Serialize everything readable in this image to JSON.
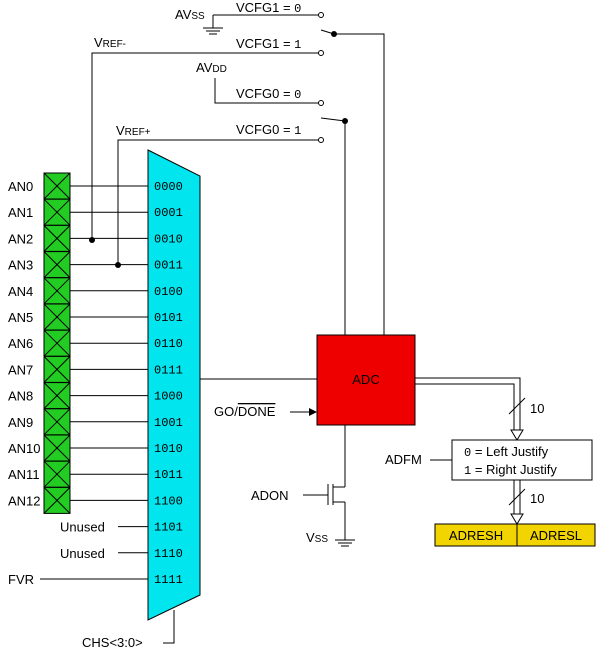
{
  "colors": {
    "pins": "#22cc22",
    "mux": "#00e5ee",
    "adc": "#ee0000",
    "registers": "#f2d400",
    "wire": "#000000"
  },
  "pins": [
    "AN0",
    "AN1",
    "AN2",
    "AN3",
    "AN4",
    "AN5",
    "AN6",
    "AN7",
    "AN8",
    "AN9",
    "AN10",
    "AN11",
    "AN12"
  ],
  "extra_inputs": [
    "Unused",
    "Unused",
    "FVR"
  ],
  "mux_codes": [
    "0000",
    "0001",
    "0010",
    "0011",
    "0100",
    "0101",
    "0110",
    "0111",
    "1000",
    "1001",
    "1010",
    "1011",
    "1100",
    "1101",
    "1110",
    "1111"
  ],
  "mux_select": "CHS<3:0>",
  "reference": {
    "avss": {
      "main": "AV",
      "sub": "SS"
    },
    "vref_minus": {
      "main": "V",
      "sub": "REF-"
    },
    "avdd": {
      "main": "AV",
      "sub": "DD"
    },
    "vref_plus": {
      "main": "V",
      "sub": "REF+"
    },
    "switches": [
      {
        "label": "VCFG1 = ",
        "value": "0"
      },
      {
        "label": "VCFG1 = ",
        "value": "1"
      },
      {
        "label": "VCFG0 = ",
        "value": "0"
      },
      {
        "label": "VCFG0 = ",
        "value": "1"
      }
    ]
  },
  "adc": {
    "label": "ADC",
    "go_label": "GO/",
    "done_label": "DONE",
    "adon_label": "ADON",
    "vss": {
      "main": "V",
      "sub": "SS"
    }
  },
  "output": {
    "bus_width_1": "10",
    "bus_width_2": "10",
    "adfm_label": "ADFM",
    "justify": [
      {
        "value": "0",
        "text": " = Left Justify"
      },
      {
        "value": "1",
        "text": " = Right Justify"
      }
    ],
    "registers": [
      "ADRESH",
      "ADRESL"
    ]
  }
}
